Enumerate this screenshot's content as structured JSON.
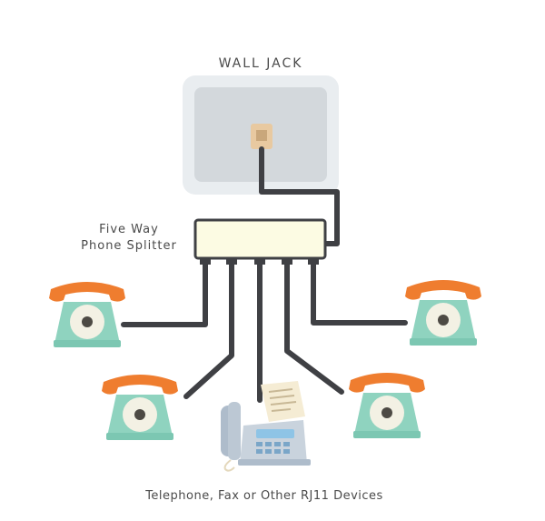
{
  "labels": {
    "wall_jack": "WALL JACK",
    "splitter_line1": "Five Way",
    "splitter_line2": "Phone Splitter",
    "caption": "Telephone, Fax or Other RJ11 Devices"
  },
  "colors": {
    "wall_plate_outer": "#e9edf0",
    "wall_plate_inner": "#d3d8dc",
    "jack": "#e8c9a0",
    "cable": "#3f4044",
    "splitter": "#fcfbe3",
    "phone_body": "#8fd3bf",
    "phone_handset": "#ef7d2f",
    "dial": "#f3f1e4",
    "fax_body": "#c9d3dd",
    "fax_screen": "#8ec4e6",
    "paper": "#f5ecd4"
  }
}
